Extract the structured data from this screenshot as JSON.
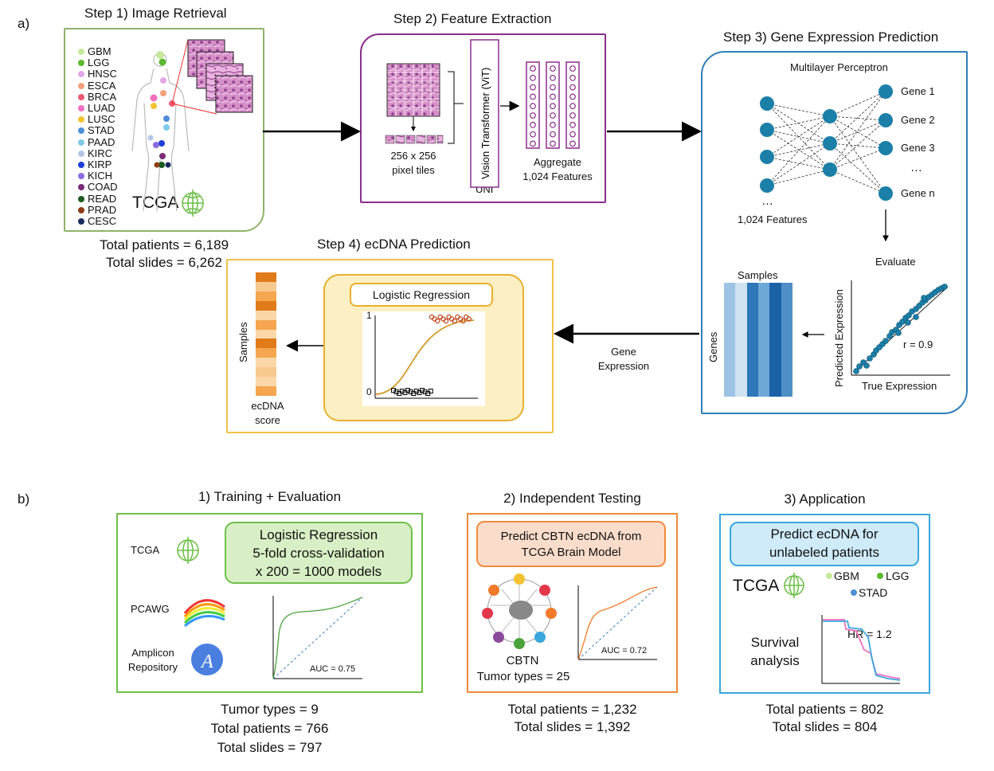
{
  "panel_a_label": "a)",
  "panel_b_label": "b)",
  "step1": {
    "title": "Step 1) Image Retrieval",
    "cancers": [
      {
        "name": "GBM",
        "color": "#c5e89a"
      },
      {
        "name": "LGG",
        "color": "#5cb830"
      },
      {
        "name": "HNSC",
        "color": "#e3a6e6"
      },
      {
        "name": "ESCA",
        "color": "#f2a07c"
      },
      {
        "name": "BRCA",
        "color": "#f05a74"
      },
      {
        "name": "LUAD",
        "color": "#f26fbf"
      },
      {
        "name": "LUSC",
        "color": "#f2c230"
      },
      {
        "name": "STAD",
        "color": "#4e8fd6"
      },
      {
        "name": "PAAD",
        "color": "#7fc9ea"
      },
      {
        "name": "KIRC",
        "color": "#b3c7e6"
      },
      {
        "name": "KIRP",
        "color": "#1f3fd6"
      },
      {
        "name": "KICH",
        "color": "#8a6ee0"
      },
      {
        "name": "COAD",
        "color": "#7b2a7a"
      },
      {
        "name": "READ",
        "color": "#1e5b22"
      },
      {
        "name": "PRAD",
        "color": "#8c3d14"
      },
      {
        "name": "CESC",
        "color": "#1a2e5e"
      }
    ],
    "logo": "TCGA",
    "total_patients": "Total patients = 6,189",
    "total_slides": "Total slides = 6,262"
  },
  "step2": {
    "title": "Step 2) Feature Extraction",
    "tiles_label_1": "256 x 256",
    "tiles_label_2": "pixel tiles",
    "vit_label": "Vision Transformer (ViT)",
    "uni_label": "UNI",
    "aggregate_1": "Aggregate",
    "aggregate_2": "1,024 Features"
  },
  "step3": {
    "title": "Step 3) Gene Expression Prediction",
    "mlp_label": "Multilayer Perceptron",
    "genes": [
      "Gene 1",
      "Gene 2",
      "Gene 3",
      "…",
      "Gene n"
    ],
    "dots": "…",
    "features_label": "1,024 Features",
    "evaluate": "Evaluate",
    "samples": "Samples",
    "genes_axis": "Genes",
    "y_axis": "Predicted Expression",
    "x_axis": "True Expression",
    "r_value": "r = 0.9"
  },
  "step4": {
    "title": "Step 4) ecDNA Prediction",
    "lr_label": "Logistic Regression",
    "y1": "1",
    "y0": "0",
    "samples": "Samples",
    "score_1": "ecDNA",
    "score_2": "score",
    "bar_colors": [
      "#e07b1a",
      "#f8c98e",
      "#f5a64f",
      "#e07b1a",
      "#fbd7a8",
      "#f5a64f",
      "#fbd7a8",
      "#e07b1a",
      "#f5a64f",
      "#fbd7a8",
      "#f8c98e",
      "#fbd7a8",
      "#f5a64f"
    ]
  },
  "gene_expression_1": "Gene",
  "gene_expression_2": "Expression",
  "b1": {
    "title": "1) Training + Evaluation",
    "tcga": "TCGA",
    "pcawg": "PCAWG",
    "amplicon_1": "Amplicon",
    "amplicon_2": "Repository",
    "lr_1": "Logistic Regression",
    "lr_2": "5-fold cross-validation",
    "lr_3": "x 200 = 1000 models",
    "auc": "AUC = 0.75",
    "stat_1": "Tumor types = 9",
    "stat_2": "Total patients = 766",
    "stat_3": "Total slides = 797"
  },
  "b2": {
    "title": "2) Independent Testing",
    "predict_1": "Predict CBTN ecDNA from",
    "predict_2": "TCGA Brain Model",
    "cbtn": "CBTN",
    "tumor_types": "Tumor types = 25",
    "auc": "AUC = 0.72",
    "stat_1": "Total patients = 1,232",
    "stat_2": "Total slides = 1,392"
  },
  "b3": {
    "title": "3) Application",
    "predict_1": "Predict ecDNA for",
    "predict_2": "unlabeled patients",
    "tcga": "TCGA",
    "legend": [
      {
        "name": "GBM",
        "color": "#c5e89a"
      },
      {
        "name": "LGG",
        "color": "#5cb830"
      },
      {
        "name": "STAD",
        "color": "#4e8fd6"
      }
    ],
    "survival_1": "Survival",
    "survival_2": "analysis",
    "hr": "HR = 1.2",
    "stat_1": "Total patients = 802",
    "stat_2": "Total slides = 804"
  }
}
